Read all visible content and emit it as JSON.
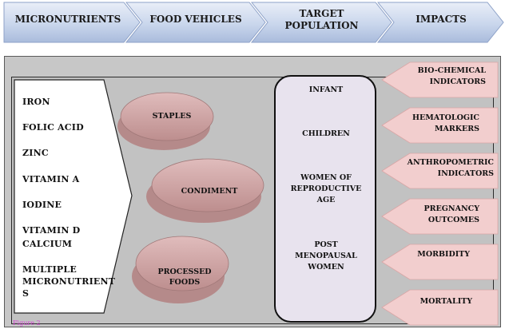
{
  "header": {
    "steps": [
      "MICRONUTRIENTS",
      "FOOD VEHICLES",
      "TARGET\nPOPULATION",
      "IMPACTS"
    ]
  },
  "micronutrients": [
    "IRON",
    "FOLIC ACID",
    "ZINC",
    "VITAMIN A",
    "IODINE",
    "VITAMIN D\nCALCIUM",
    "MULTIPLE\nMICRONUTRIENT\nS"
  ],
  "food_vehicles": [
    "STAPLES",
    "CONDIMENT",
    "PROCESSED\nFOODS"
  ],
  "target_population": [
    "INFANT",
    "CHILDREN",
    "WOMEN OF\nREPRODUCTIVE\nAGE",
    "POST\nMENOPAUSAL\nWOMEN"
  ],
  "impacts": [
    "BIO-CHEMICAL\nINDICATORS",
    "HEMATOLOGIC\nMARKERS",
    "ANTHROPOMETRIC\nINDICATORS",
    "PREGNANCY\nOUTCOMES",
    "MORBIDITY",
    "MORTALITY"
  ],
  "figure_label": "Figure 2",
  "colors": {
    "chevron": "#c9d6ec",
    "chevron_dark": "#8ea2c8",
    "disc": "#d4a9a9",
    "arrow": "#f2cece",
    "population_box": "#e8e3ee"
  }
}
